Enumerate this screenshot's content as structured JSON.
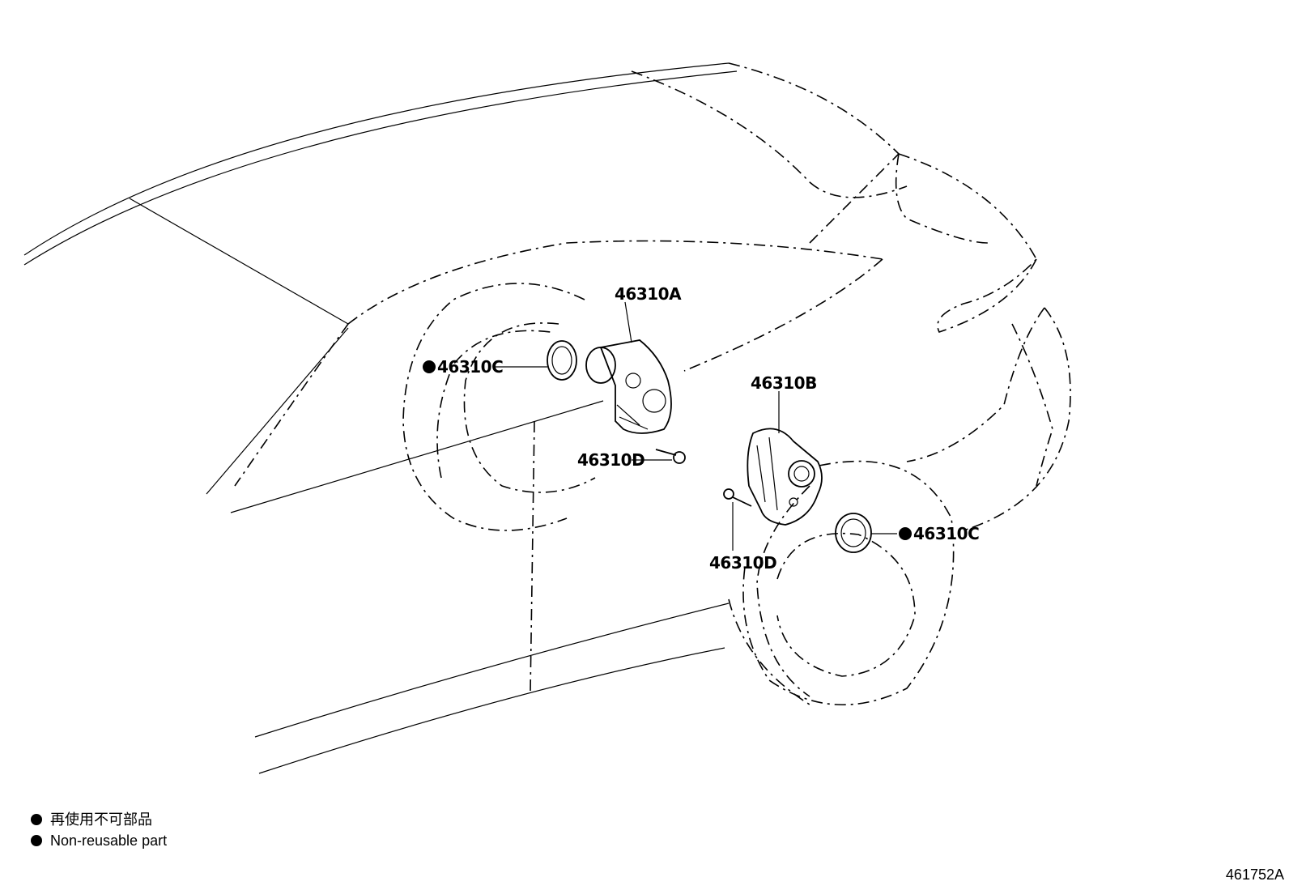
{
  "diagram": {
    "callouts": {
      "actuator_front": "46310A",
      "actuator_rear": "46310B",
      "gasket_front": "46310C",
      "gasket_rear": "46310C",
      "bolt_front": "46310D",
      "bolt_rear": "46310D"
    },
    "legend": {
      "non_reusable_jp": "再使用不可部品",
      "non_reusable_en": "Non-reusable part"
    },
    "figure_code": "461752A"
  }
}
